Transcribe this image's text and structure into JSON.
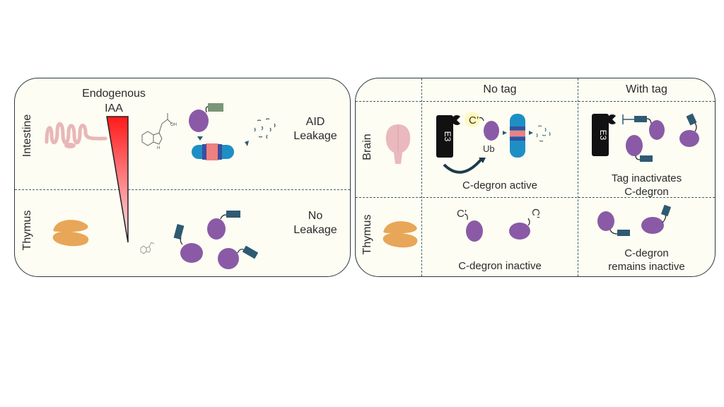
{
  "left_panel": {
    "gradient_title_line1": "Endogenous",
    "gradient_title_line2": "IAA",
    "rows": [
      {
        "tissue": "Intestine",
        "outcome_line1": "AID",
        "outcome_line2": "Leakage"
      },
      {
        "tissue": "Thymus",
        "outcome_line1": "No",
        "outcome_line2": "Leakage"
      }
    ],
    "molecule_label_oh": "OH",
    "molecule_label_nh": "H"
  },
  "right_panel": {
    "columns": [
      "No tag",
      "With tag"
    ],
    "rows": [
      {
        "tissue": "Brain",
        "no_tag_caption": "C-degron active",
        "with_tag_caption_line1": "Tag inactivates",
        "with_tag_caption_line2": "C-degron"
      },
      {
        "tissue": "Thymus",
        "no_tag_caption": "C-degron inactive",
        "with_tag_caption_line1": "C-degron",
        "with_tag_caption_line2": "remains inactive"
      }
    ],
    "e3_label": "E3",
    "ub_label": "Ub",
    "cprime_label": "C’"
  },
  "colors": {
    "panel_bg": "#fdfdf3",
    "border": "#2b3a3f",
    "dash": "#3c5e6e",
    "protein": "#8a5aa6",
    "tag": "#2e5a72",
    "proteasome_blue": "#1e8fc4",
    "proteasome_pink": "#ee8080",
    "gradient_top": "#ff1a1a",
    "gradient_bottom": "#fbe3ea",
    "thymus": "#e8a658",
    "intestine": "#e8b7b7",
    "brain": "#eab9bd"
  }
}
